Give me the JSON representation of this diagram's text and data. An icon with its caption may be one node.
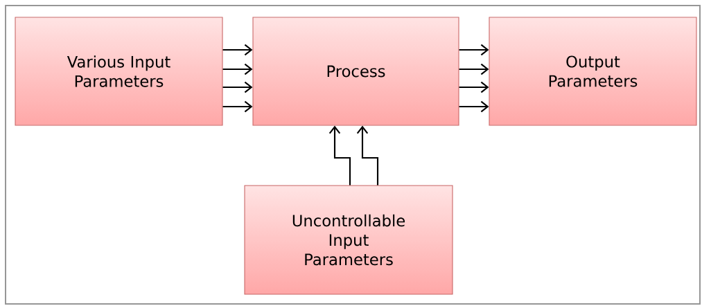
{
  "diagram": {
    "nodes": [
      {
        "text": [
          "Various Input Parameters"
        ]
      },
      {
        "text": [
          "Process"
        ]
      },
      {
        "text": [
          "Output Parameters"
        ]
      },
      {
        "text": [
          "Uncontrollable Input Parameters"
        ]
      }
    ],
    "edges": [
      {
        "from": 0,
        "to": 1,
        "arrow": "to"
      },
      {
        "from": 0,
        "to": 1,
        "arrow": "to"
      },
      {
        "from": 0,
        "to": 1,
        "arrow": "to"
      },
      {
        "from": 0,
        "to": 1,
        "arrow": "to"
      },
      {
        "from": 1,
        "to": 2,
        "arrow": "to"
      },
      {
        "from": 1,
        "to": 2,
        "arrow": "to"
      },
      {
        "from": 1,
        "to": 2,
        "arrow": "to"
      },
      {
        "from": 1,
        "to": 2,
        "arrow": "to"
      },
      {
        "from": 3,
        "to": 1,
        "arrow": "to"
      },
      {
        "from": 3,
        "to": 1,
        "arrow": "to"
      }
    ]
  }
}
